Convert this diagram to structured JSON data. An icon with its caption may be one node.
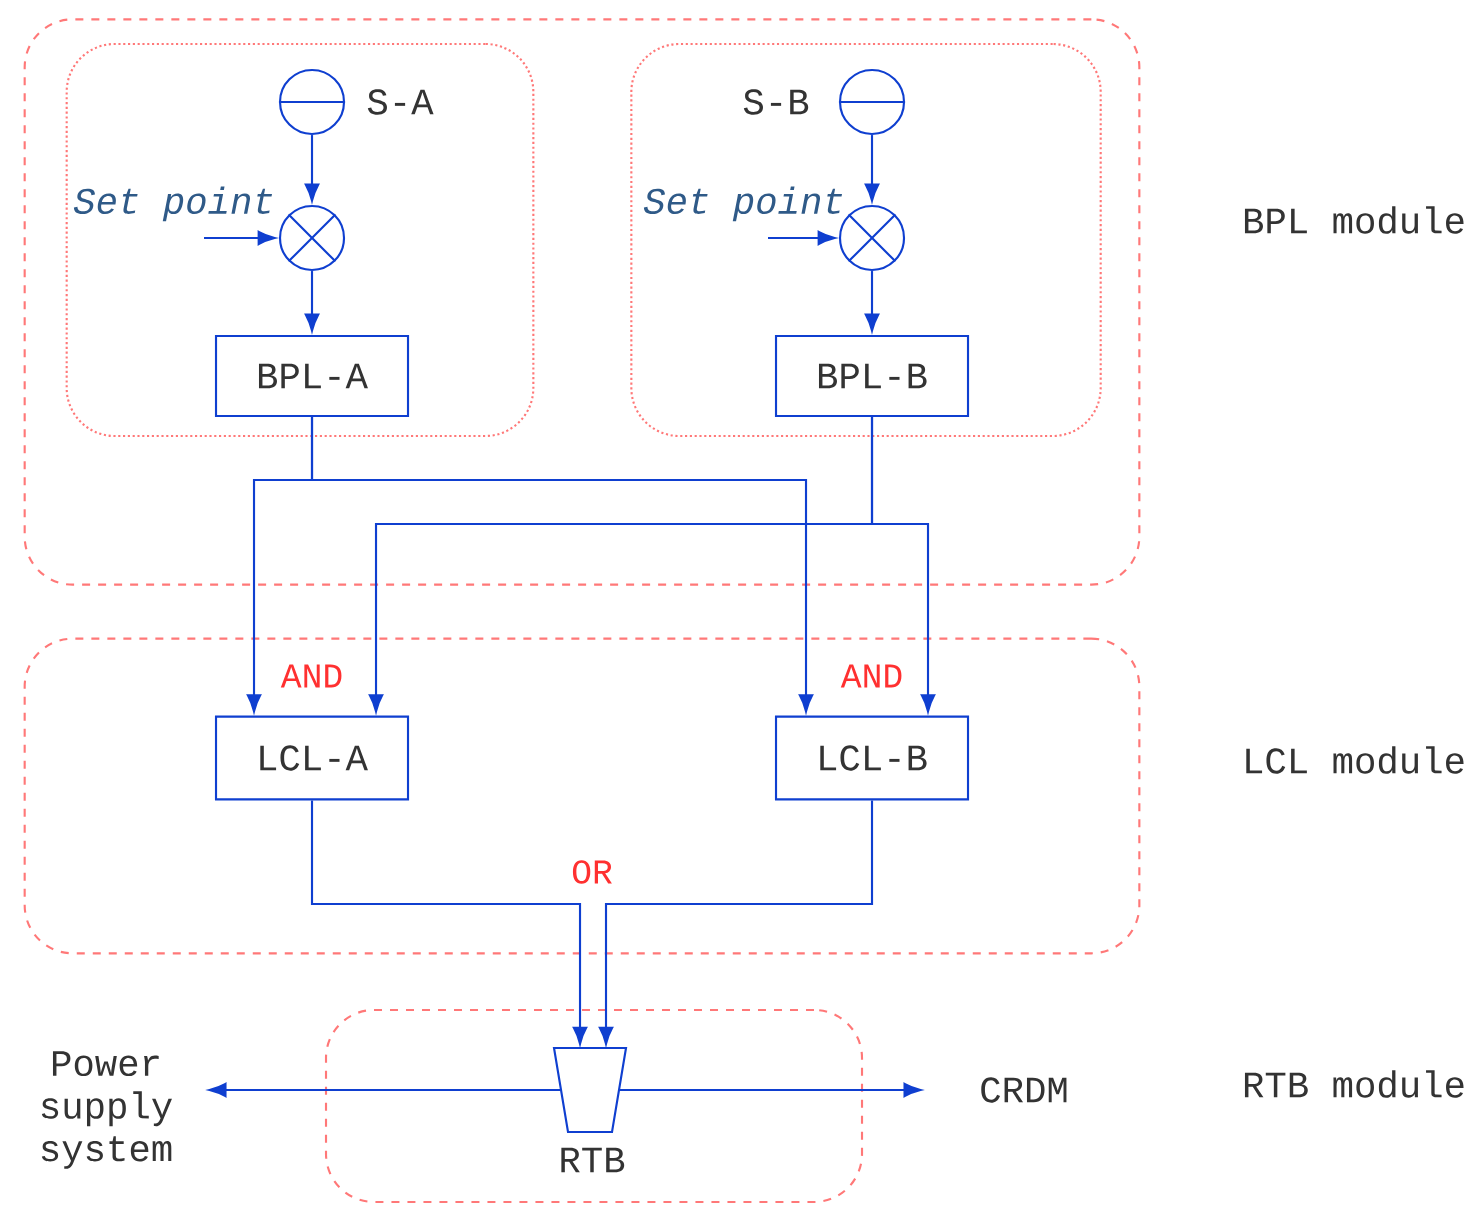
{
  "diagram": {
    "nodes": [
      {
        "text": [],
        "shape": "box"
      },
      {
        "text": [],
        "shape": "box",
        "in": 0
      },
      {
        "text": [],
        "shape": "box",
        "in": 0
      },
      {
        "text": [],
        "shape": "circle",
        "beside": [
          "S-A"
        ],
        "in": 1
      },
      {
        "text": [],
        "shape": "circle",
        "in": 1
      },
      {
        "text": [
          "BPL-A"
        ],
        "in": 1
      },
      {
        "text": [],
        "shape": "circle",
        "beside": [
          "S-B"
        ],
        "in": 2
      },
      {
        "text": [],
        "shape": "circle",
        "in": 2
      },
      {
        "text": [
          "BPL-B"
        ],
        "in": 2
      },
      {
        "text": [],
        "shape": "box"
      },
      {
        "text": [
          "LCL-A"
        ],
        "in": 9
      },
      {
        "text": [
          "LCL-B"
        ],
        "in": 9
      },
      {
        "text": [],
        "shape": "box"
      },
      {
        "text": [
          "RTB"
        ],
        "in": 12
      },
      {
        "text": [
          "Power supply system"
        ]
      },
      {
        "text": [
          "CRDM"
        ]
      }
    ],
    "edges": [
      {
        "from": 3,
        "to": 4,
        "arrow": "to"
      },
      {
        "from": null,
        "to": 4,
        "arrow": "to",
        "label": "Set point"
      },
      {
        "from": 4,
        "to": 5,
        "arrow": "to"
      },
      {
        "from": 6,
        "to": 7,
        "arrow": "to"
      },
      {
        "from": null,
        "to": 7,
        "arrow": "to",
        "label": "Set point"
      },
      {
        "from": 7,
        "to": 8,
        "arrow": "to"
      },
      {
        "from": 5,
        "to": 10,
        "arrow": "to"
      },
      {
        "from": 5,
        "to": 11,
        "arrow": "to"
      },
      {
        "from": 8,
        "to": 10,
        "arrow": "to"
      },
      {
        "from": 8,
        "to": 11,
        "arrow": "to"
      },
      {
        "from": 10,
        "to": 13,
        "arrow": "to"
      },
      {
        "from": 11,
        "to": 13,
        "arrow": "to"
      },
      {
        "from": 13,
        "to": 14,
        "arrow": "to"
      },
      {
        "from": 13,
        "to": 15,
        "arrow": "to"
      }
    ],
    "labels": [
      "BPL module",
      "AND",
      "AND",
      "LCL module",
      "OR",
      "RTB module"
    ]
  }
}
